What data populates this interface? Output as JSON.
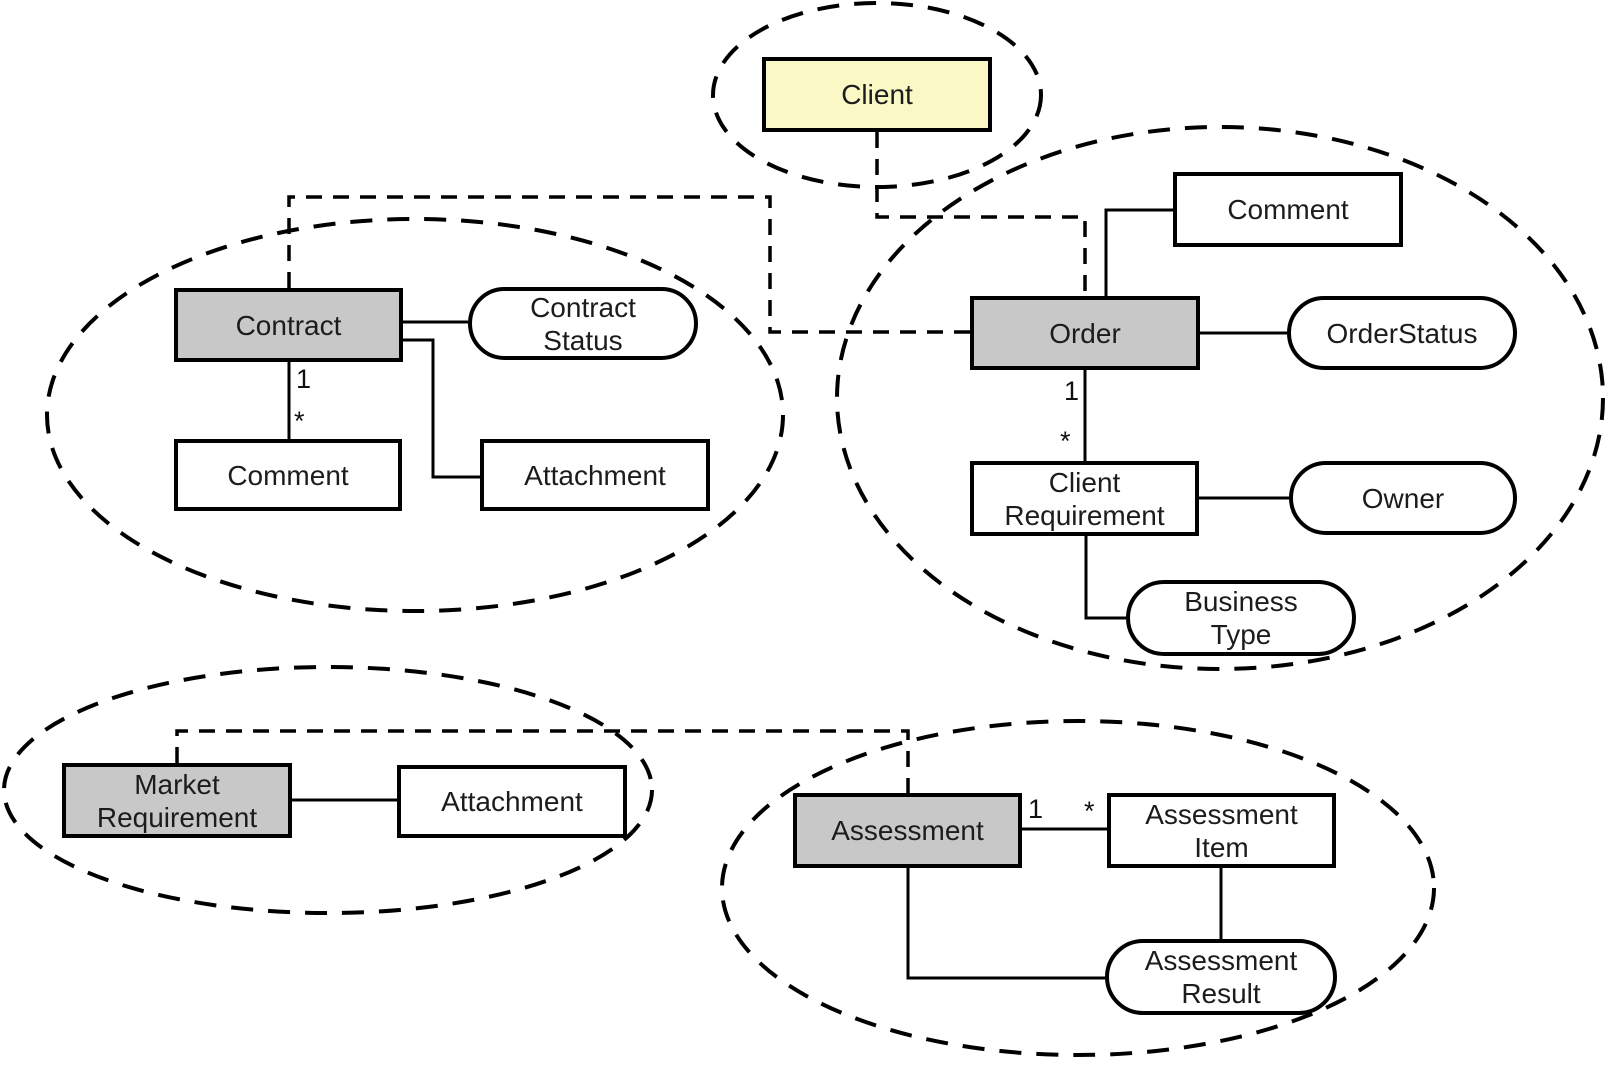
{
  "diagram_type": "domain-model",
  "colors": {
    "primary_entity_fill": "#c8c8c8",
    "actor_entity_fill": "#faf8c5",
    "plain_entity_fill": "#ffffff",
    "line_color": "#000000",
    "background": "#ffffff"
  },
  "entities": {
    "client": {
      "label": "Client"
    },
    "contract": {
      "label": "Contract"
    },
    "contract_status": {
      "label": "Contract\nStatus"
    },
    "contract_comment": {
      "label": "Comment"
    },
    "contract_attachment": {
      "label": "Attachment"
    },
    "order": {
      "label": "Order"
    },
    "order_comment": {
      "label": "Comment"
    },
    "order_status": {
      "label": "OrderStatus"
    },
    "client_requirement": {
      "label": "Client\nRequirement"
    },
    "owner": {
      "label": "Owner"
    },
    "business_type": {
      "label": "Business\nType"
    },
    "market_requirement": {
      "label": "Market\nRequirement"
    },
    "market_attachment": {
      "label": "Attachment"
    },
    "assessment": {
      "label": "Assessment"
    },
    "assessment_item": {
      "label": "Assessment\nItem"
    },
    "assessment_result": {
      "label": "Assessment\nResult"
    }
  },
  "associations": {
    "contract_to_comment": {
      "source_mult": "1",
      "target_mult": "*"
    },
    "order_to_client_requirement": {
      "source_mult": "1",
      "target_mult": "*"
    },
    "assessment_to_item": {
      "source_mult": "1",
      "target_mult": "*"
    }
  }
}
